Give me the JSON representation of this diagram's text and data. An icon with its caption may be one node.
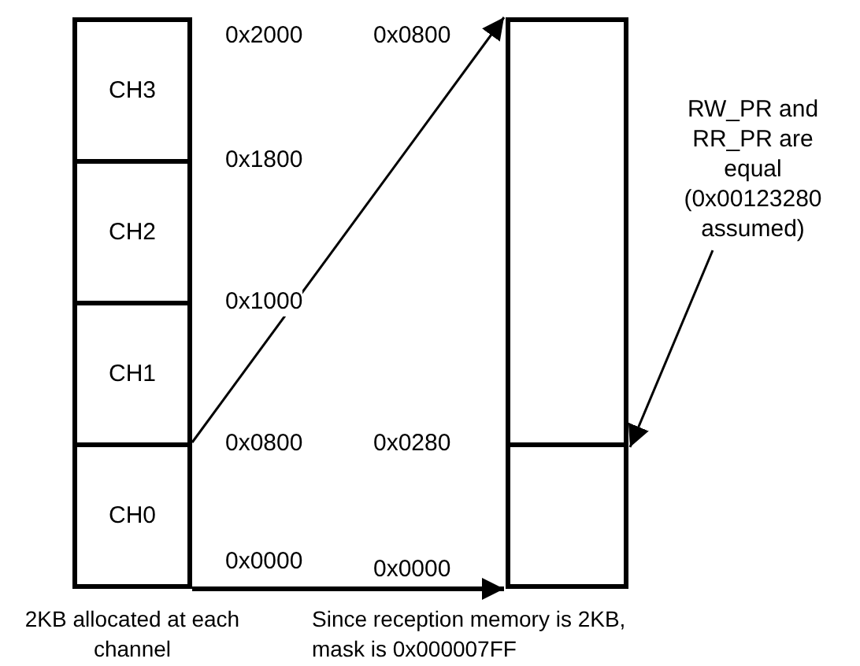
{
  "diagram": {
    "nodes": [
      {
        "text": [
          "CH3"
        ]
      },
      {
        "text": [
          "CH2"
        ]
      },
      {
        "text": [
          "CH1"
        ]
      },
      {
        "text": [
          "CH0"
        ]
      },
      {
        "text": [],
        "shape": "box"
      },
      {
        "text": [],
        "shape": "box"
      },
      {
        "text": [
          "RW_PR and RR_PR are equal (0x00123280 assumed)"
        ]
      }
    ],
    "edges": [
      {
        "from": 3,
        "to": 4,
        "arrow": "to"
      },
      {
        "from": 3,
        "to": 5,
        "arrow": "to",
        "style": "thick"
      },
      {
        "from": 6,
        "to": 4,
        "arrow": "to"
      }
    ],
    "labels": [
      "0x2000",
      "0x0800",
      "0x1800",
      "0x1000",
      "0x0800",
      "0x0280",
      "0x0000",
      "0x0000",
      "2KB allocated at each channel",
      "Since reception memory is 2KB, mask is 0x000007FF"
    ]
  }
}
